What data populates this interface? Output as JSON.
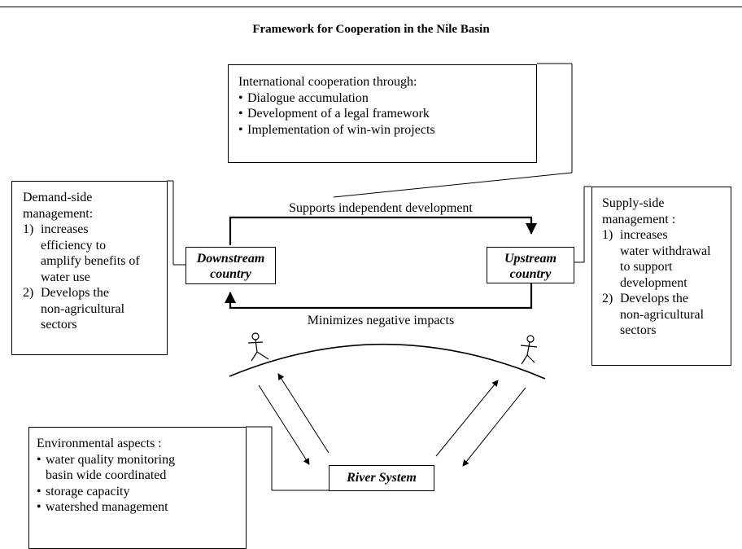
{
  "title": "Framework for Cooperation in the Nile Basin",
  "intl": {
    "heading": "International cooperation through:",
    "items": [
      "Dialogue accumulation",
      "Development  of a legal  framework",
      "Implementation of win-win projects"
    ]
  },
  "demand": {
    "heading1": "Demand-side",
    "heading2": "management:",
    "items": [
      {
        "n": "1)",
        "lines": [
          "increases",
          "efficiency to",
          "amplify benefits of",
          "water use"
        ]
      },
      {
        "n": "2)",
        "lines": [
          "Develops the",
          "non-agricultural",
          "sectors"
        ]
      }
    ]
  },
  "supply": {
    "heading1": "Supply-side",
    "heading2": "management :",
    "items": [
      {
        "n": "1)",
        "lines": [
          "increases",
          "water withdrawal",
          "to support",
          "development"
        ]
      },
      {
        "n": "2)",
        "lines": [
          "Develops the",
          "non-agricultural",
          "sectors"
        ]
      }
    ]
  },
  "downstream": {
    "line1": "Downstream",
    "line2": "country"
  },
  "upstream": {
    "line1": "Upstream",
    "line2": "country"
  },
  "supports_label": "Supports independent development",
  "minimizes_label": "Minimizes negative impacts",
  "river_label": "River System",
  "env": {
    "heading": "Environmental aspects :",
    "items": [
      [
        "water quality monitoring",
        "basin wide coordinated"
      ],
      [
        "storage capacity"
      ],
      [
        "watershed management"
      ]
    ]
  }
}
